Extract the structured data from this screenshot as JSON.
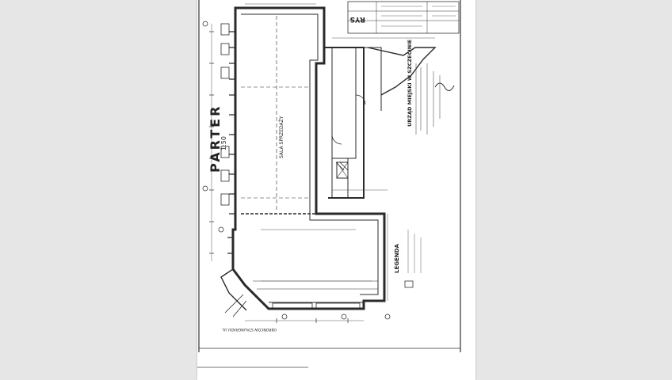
{
  "drawing": {
    "title": "PARTER",
    "scale": "1:50",
    "stamp_office": "URZĄD MIEJSKI W SZCZECINIE",
    "sheet_code": "RYS",
    "legend_title": "LEGENDA",
    "room_main": "SALA SPRZEDAŻY",
    "street": "OBROŃCÓW STALINGRADU UL.",
    "colors": {
      "paper": "#ffffff",
      "ink": "#2a2a2a",
      "viewer_bg": "#e6e6e6"
    }
  }
}
